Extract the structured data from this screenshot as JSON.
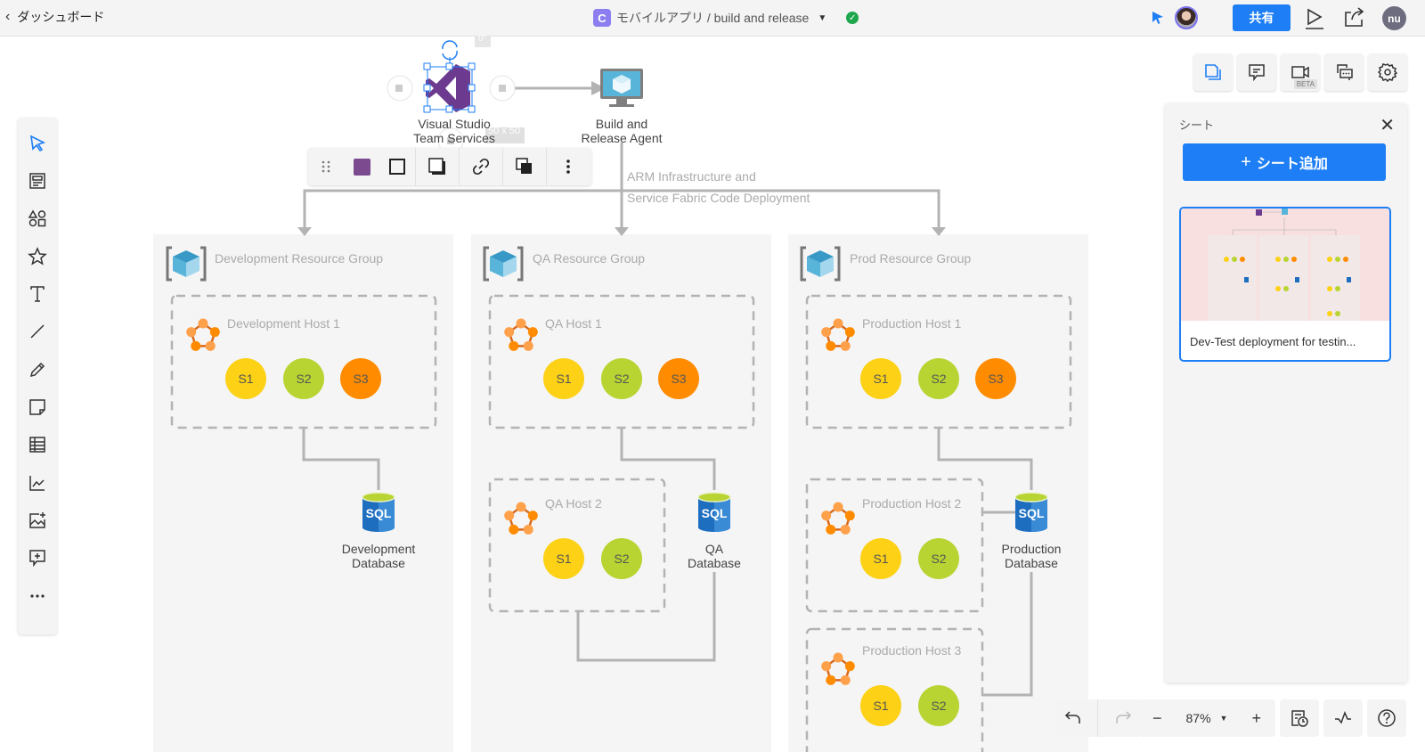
{
  "topbar": {
    "back_label": "ダッシュボード",
    "doc_logo": "C",
    "doc_title": "モバイルアプリ / build and release",
    "share_label": "共有",
    "user_initials": "nu",
    "colors": {
      "accent": "#1e7ef5",
      "status_ok": "#1ea64c",
      "logo": "#8c7ef0"
    }
  },
  "left_toolbar": {
    "tools": [
      {
        "name": "select-tool",
        "icon": "cursor-icon",
        "active": true
      },
      {
        "name": "template-tool",
        "icon": "template-icon"
      },
      {
        "name": "shapes-tool",
        "icon": "shapes-icon"
      },
      {
        "name": "favorites-tool",
        "icon": "star-icon"
      },
      {
        "name": "text-tool",
        "icon": "text-icon"
      },
      {
        "name": "line-tool",
        "icon": "line-icon"
      },
      {
        "name": "pen-tool",
        "icon": "pencil-icon"
      },
      {
        "name": "sticky-note-tool",
        "icon": "sticky-note-icon"
      },
      {
        "name": "table-tool",
        "icon": "table-icon"
      },
      {
        "name": "chart-tool",
        "icon": "chart-icon"
      },
      {
        "name": "image-tool",
        "icon": "image-add-icon"
      },
      {
        "name": "comment-tool",
        "icon": "comment-add-icon"
      },
      {
        "name": "more-tool",
        "icon": "more-icon"
      }
    ]
  },
  "diagram": {
    "selection": {
      "rotation_label": "0°",
      "size_label": "50 x 50"
    },
    "nodes": {
      "vsts": "Visual Studio\nTeam Services",
      "agent": "Build and\nRelease Agent",
      "arm_line1": "ARM Infrastructure and",
      "arm_line2": "Service Fabric Code Deployment"
    },
    "groups": [
      {
        "title": "Development Resource Group",
        "hosts": [
          {
            "title": "Development Host 1",
            "services": [
              "S1",
              "S2",
              "S3"
            ]
          }
        ],
        "database": "Development\nDatabase"
      },
      {
        "title": "QA Resource Group",
        "hosts": [
          {
            "title": "QA Host 1",
            "services": [
              "S1",
              "S2",
              "S3"
            ]
          },
          {
            "title": "QA Host 2",
            "services": [
              "S1",
              "S2"
            ]
          }
        ],
        "database": "QA\nDatabase"
      },
      {
        "title": "Prod Resource Group",
        "hosts": [
          {
            "title": "Production Host 1",
            "services": [
              "S1",
              "S2",
              "S3"
            ]
          },
          {
            "title": "Production Host 2",
            "services": [
              "S1",
              "S2"
            ]
          },
          {
            "title": "Production Host 3",
            "services": [
              "S1",
              "S2"
            ]
          }
        ],
        "database": "Production\nDatabase"
      }
    ],
    "db_badge": "SQL",
    "service_colors": {
      "S1": "#fcd116",
      "S2": "#b8d432",
      "S3": "#ff8c00"
    }
  },
  "shape_toolbar": {
    "fill_color": "#7b4a8f",
    "items": [
      "drag-handle",
      "fill-color",
      "border-style",
      "shadow",
      "link",
      "arrange",
      "more"
    ]
  },
  "right_panel": {
    "icons": [
      "sheets-icon",
      "comments-icon",
      "video-icon",
      "chat-icon",
      "settings-icon"
    ],
    "beta_label": "BETA",
    "sheets_title": "シート",
    "add_sheet_label": "シート追加",
    "sheets": [
      {
        "name": "Dev-Test deployment for testin..."
      }
    ]
  },
  "bottom_bar": {
    "zoom_level": "87%"
  }
}
